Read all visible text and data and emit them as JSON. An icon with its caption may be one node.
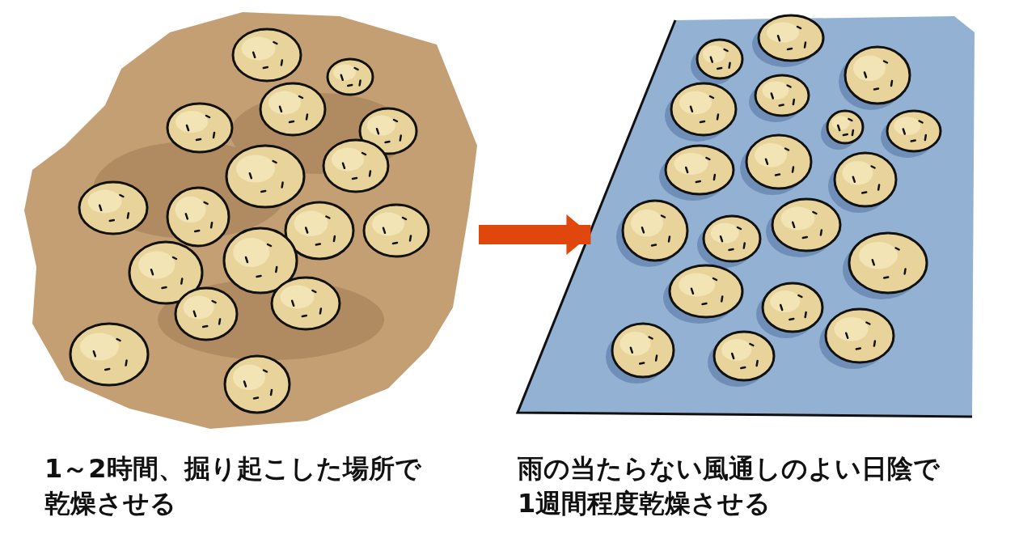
{
  "diagram": {
    "nodes": [
      {
        "text": [],
        "shape": "picture",
        "beside": [
          "1～2時間、掘り起こした場所で乾燥させる"
        ]
      },
      {
        "text": [],
        "shape": "picture",
        "beside": [
          "雨の当たらない風通しのよい日陰で1週間程度乾燥させる"
        ]
      }
    ],
    "edges": [
      {
        "from": 0,
        "to": 1,
        "arrow": "to",
        "color": "#e0470c"
      }
    ]
  }
}
